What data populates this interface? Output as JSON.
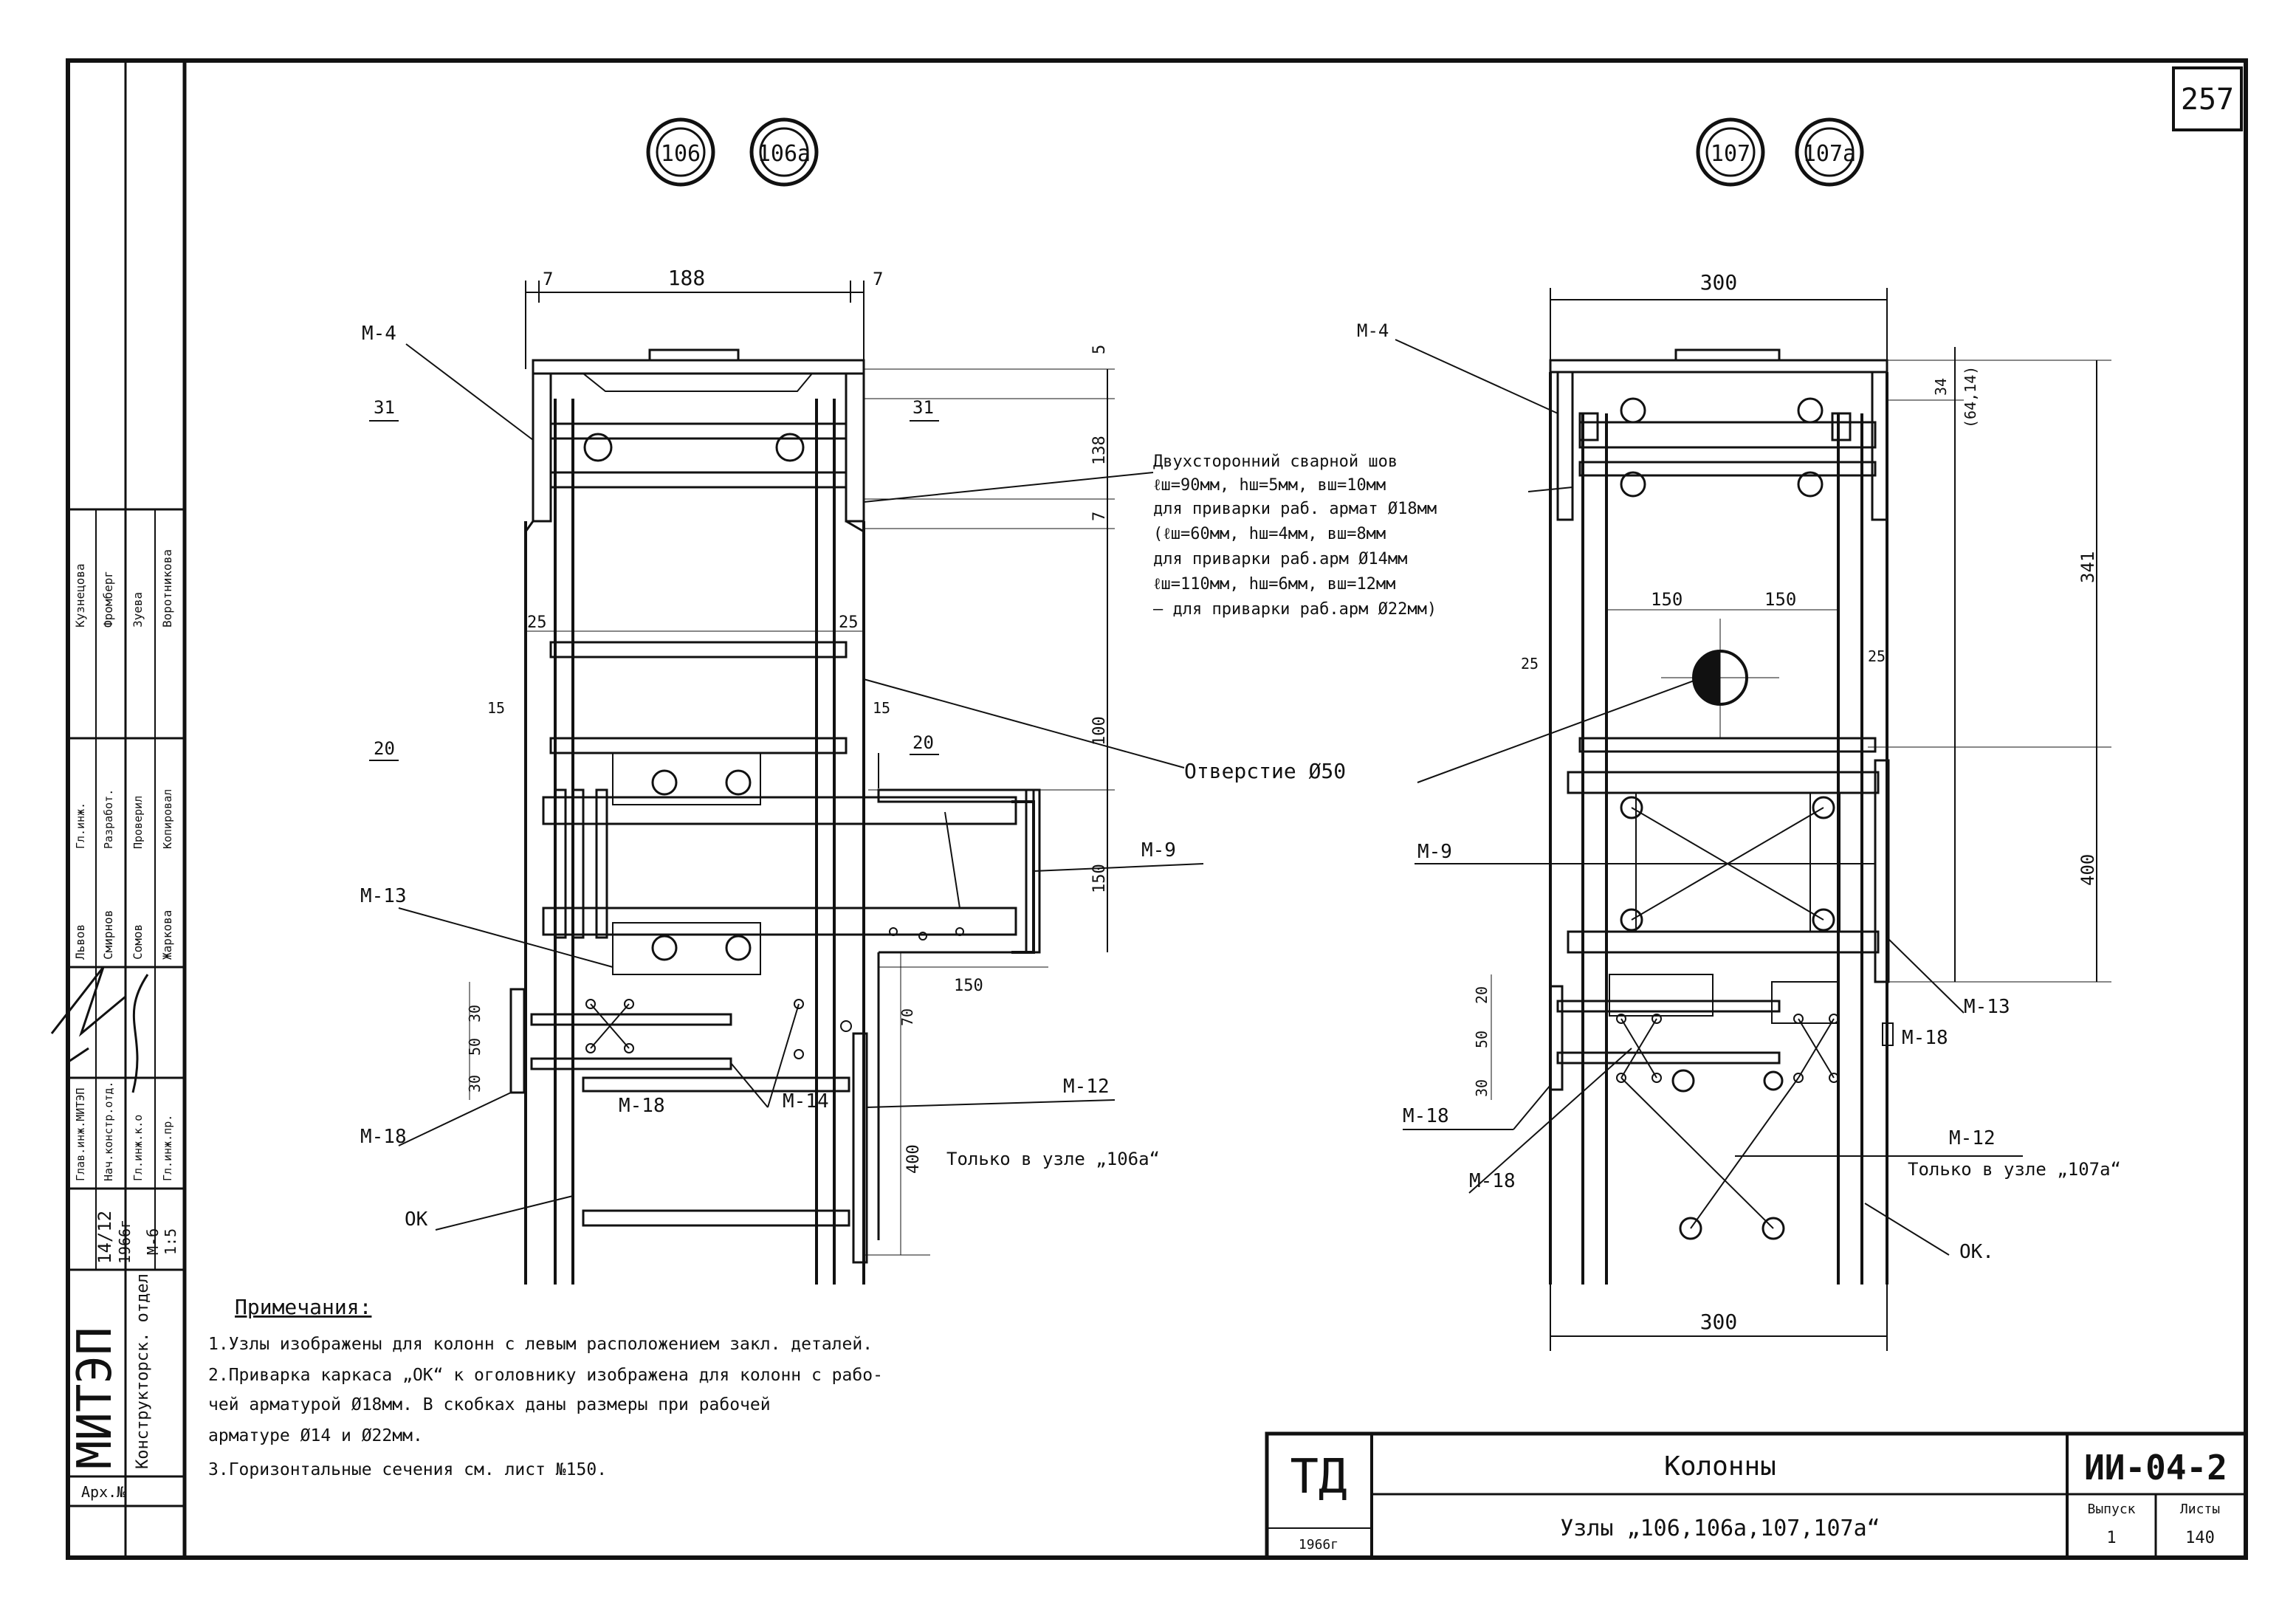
{
  "sheet": {
    "page_number": "257",
    "stamp_td": "ТД",
    "stamp_year": "1966г",
    "title": "Колонны",
    "subtitle": "Узлы „106‚106а‚107‚107а“",
    "series_code": "ИИ-04-2",
    "issue_label": "Выпуск",
    "issue_value": "1",
    "sheet_label": "Листы",
    "sheet_value": "140"
  },
  "title_block": {
    "org": "МИТЭП",
    "bureau": "Конструкторск. отдел",
    "archive": "Арх.№",
    "scale_label": "М-б",
    "scale_value": "1:5",
    "date": "14/12",
    "year": "1966г",
    "roles": [
      "Глав.инж.МИТЭП",
      "Нач.констр.отд.",
      "Гл.инж.к.о",
      "Гл.инж.пр."
    ],
    "names": [
      "Львов",
      "Смирнов",
      "Сомов",
      "Жаркова"
    ],
    "roles2": [
      "Гл.инж.",
      "Разработ.",
      "Проверил",
      "Копировал"
    ],
    "names2": [
      "Кузнецова",
      "Фромберг",
      "Зуева",
      "Воротникова"
    ]
  },
  "left_node": {
    "bubbles": [
      "106",
      "106а"
    ],
    "dim_top": "188",
    "dim_side_left": "7",
    "dim_side_right": "7",
    "dims_right": [
      "5",
      "138",
      "7",
      "100",
      "150"
    ],
    "dims_small": [
      "25",
      "25",
      "15",
      "15",
      "70",
      "150",
      "400"
    ],
    "dims_left": [
      "30",
      "30",
      "50"
    ],
    "elev1": "31",
    "elev2": "20",
    "labels": {
      "m4": "М-4",
      "m9": "М-9",
      "m13": "М-13",
      "m18a": "М-18",
      "m18b": "М-18",
      "m14": "М-14",
      "m12": "М-12",
      "ok": "ОК",
      "only_106a": "Только в узле „106а“"
    }
  },
  "right_node": {
    "bubbles": [
      "107",
      "107а"
    ],
    "dim_top": "300",
    "dim_bottom": "300",
    "dims_right": [
      "34",
      "(64,14)",
      "341",
      "400"
    ],
    "dims_inner": [
      "150",
      "150",
      "25",
      "25",
      "20",
      "50",
      "30"
    ],
    "labels": {
      "m4": "М-4",
      "m9": "М-9",
      "m13": "М-13",
      "m18a": "М-18",
      "m18b": "М-18",
      "m18c": "М-18",
      "m12": "М-12",
      "ok": "ОК.",
      "only_107a": "Только в узле „107а“"
    }
  },
  "weld_note": {
    "lines": [
      "Двухсторонний сварной шов",
      "ℓш=90мм, hш=5мм, вш=10мм",
      "для приварки раб. армат Ø18мм",
      "(ℓш=60мм, hш=4мм, вш=8мм",
      "для приварки раб.арм Ø14мм",
      "ℓш=110мм, hш=6мм, вш=12мм",
      "— для приварки раб.арм Ø22мм)"
    ],
    "hole": "Отверстие Ø50"
  },
  "notes": {
    "heading": "Примечания:",
    "items": [
      "1.Узлы изображены для колонн с левым расположением закл. деталей.",
      "2.Приварка каркаса „ОК“ к оголовнику изображена для колонн с рабо-",
      "чей арматурой Ø18мм. В скобках даны размеры при рабочей",
      "арматуре Ø14 и Ø22мм.",
      "3.Горизонтальные сечения см. лист №150."
    ]
  }
}
